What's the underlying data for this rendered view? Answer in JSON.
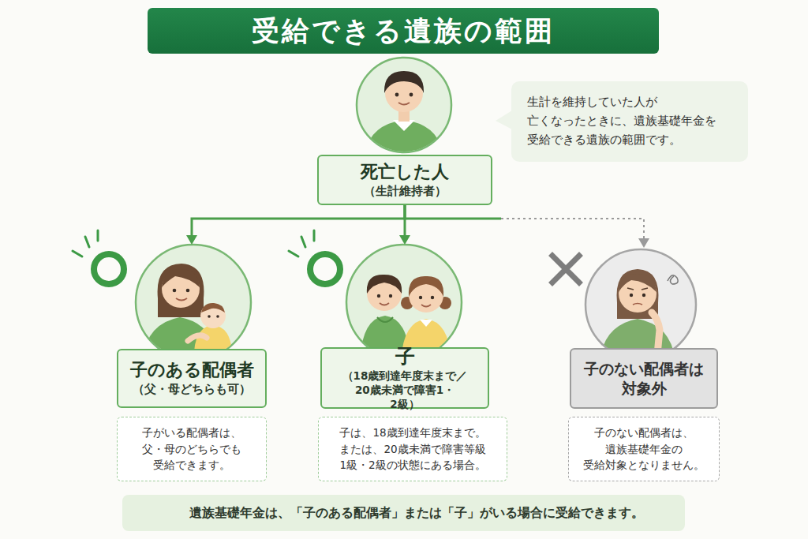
{
  "diagram": {
    "title": "受給できる遺族の範囲",
    "nodes": [
      {
        "text": [
          "死亡した人",
          "（生計維持者）"
        ]
      },
      {
        "text": [
          "生計を維持していた人が 亡くなったときに、遺族基礎年金を 受給できる遺族の範囲です。"
        ]
      },
      {
        "text": [
          "子のある配偶者",
          "（父・母どちらも可）"
        ]
      },
      {
        "text": [
          "子がいる配偶者は、 父・母のどちらでも 受給できます。"
        ]
      },
      {
        "text": [
          "子",
          "（18歳到達年度末まで／ 20歳未満で障害1・2級）"
        ]
      },
      {
        "text": [
          "子は、18歳到達年度末まで。 または、20歳未満で障害等級 1級・2級の状態にある場合。"
        ]
      },
      {
        "text": [
          "子のない配偶者は 対象外"
        ]
      },
      {
        "text": [
          "子のない配偶者は、 遺族基礎年金の 受給対象となりません。"
        ]
      },
      {
        "text": [
          "遺族基礎年金は、「子のある配偶者」または「子」がいる場合に受給できます。"
        ]
      }
    ],
    "edges": [
      {
        "from": 0,
        "to": 2,
        "arrow": "to"
      },
      {
        "from": 0,
        "to": 4,
        "arrow": "to"
      },
      {
        "from": 0,
        "to": 6,
        "arrow": "to"
      }
    ]
  }
}
